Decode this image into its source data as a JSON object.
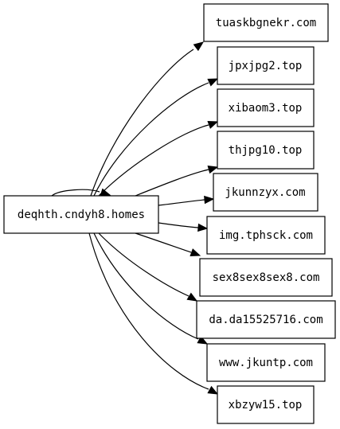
{
  "graph": {
    "source": {
      "label": "deqhth.cndyh8.homes"
    },
    "targets": [
      {
        "label": "tuaskbgnekr.com"
      },
      {
        "label": "jpxjpg2.top"
      },
      {
        "label": "xibaom3.top"
      },
      {
        "label": "thjpg10.top"
      },
      {
        "label": "jkunnzyx.com"
      },
      {
        "label": "img.tphsck.com"
      },
      {
        "label": "sex8sex8sex8.com"
      },
      {
        "label": "da.da15525716.com"
      },
      {
        "label": "www.jkuntp.com"
      },
      {
        "label": "xbzyw15.top"
      }
    ],
    "self_loop": true
  },
  "colors": {
    "stroke": "#000000",
    "background": "#ffffff"
  }
}
